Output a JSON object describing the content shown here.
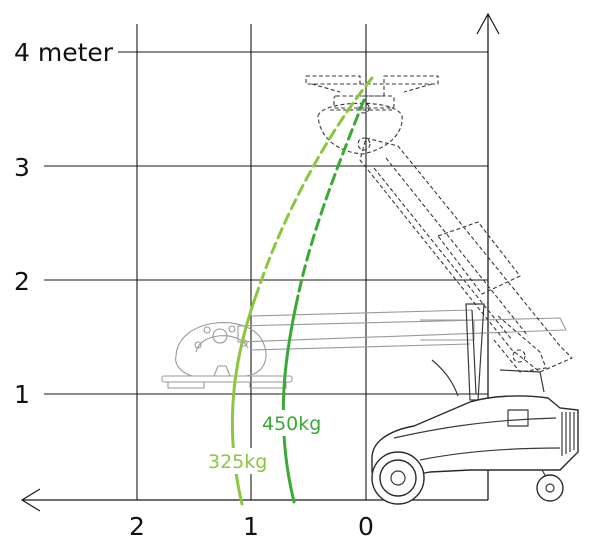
{
  "axes": {
    "y_ticks": [
      {
        "label": "4 meter",
        "value": 4
      },
      {
        "label": "3",
        "value": 3
      },
      {
        "label": "2",
        "value": 2
      },
      {
        "label": "1",
        "value": 1
      }
    ],
    "x_ticks": [
      {
        "label": "2",
        "value": 2
      },
      {
        "label": "1",
        "value": 1
      },
      {
        "label": "0",
        "value": 0
      }
    ]
  },
  "capacity_curves": [
    {
      "label": "325kg",
      "color": "#8cc63f"
    },
    {
      "label": "450kg",
      "color": "#3aaa35"
    }
  ],
  "colors": {
    "grid": "#1a1a1a",
    "machine_outline": "#3a3a3a",
    "light_green": "#8cc63f",
    "dark_green": "#3aaa35"
  }
}
